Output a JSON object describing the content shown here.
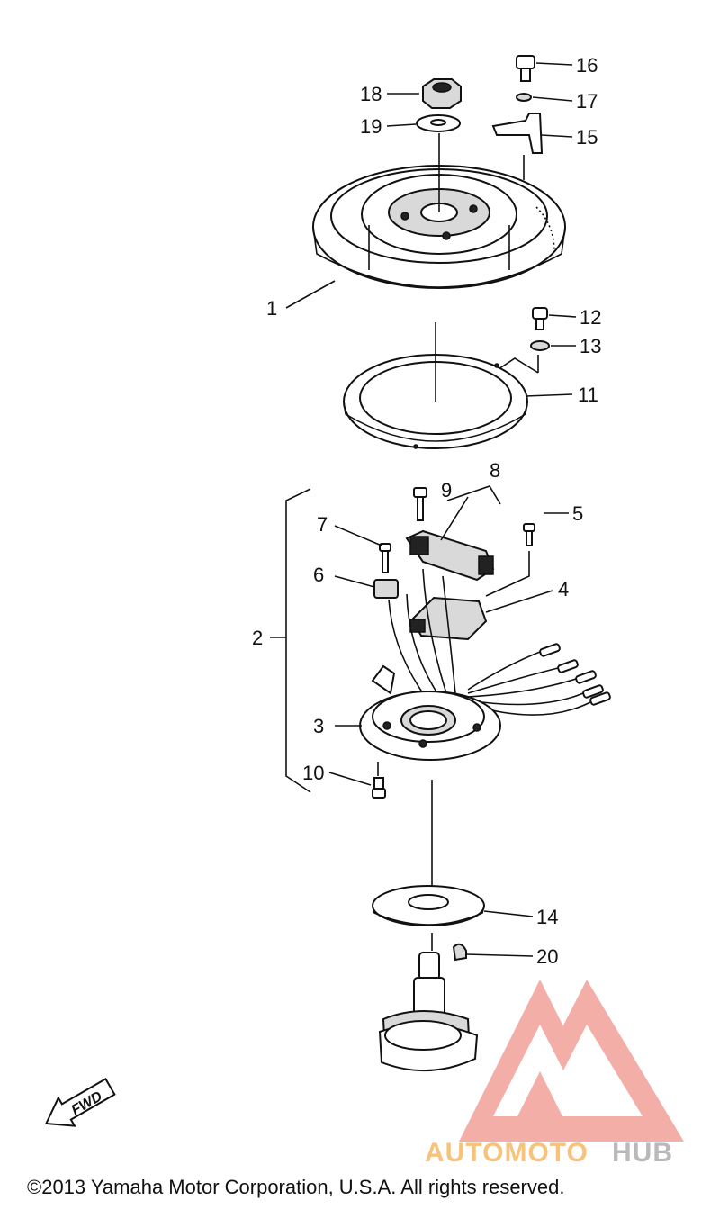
{
  "callouts": [
    {
      "id": "c1",
      "text": "1"
    },
    {
      "id": "c2",
      "text": "2"
    },
    {
      "id": "c3",
      "text": "3"
    },
    {
      "id": "c4",
      "text": "4"
    },
    {
      "id": "c5",
      "text": "5"
    },
    {
      "id": "c6",
      "text": "6"
    },
    {
      "id": "c7",
      "text": "7"
    },
    {
      "id": "c8",
      "text": "8"
    },
    {
      "id": "c9",
      "text": "9"
    },
    {
      "id": "c10",
      "text": "10"
    },
    {
      "id": "c11",
      "text": "11"
    },
    {
      "id": "c12",
      "text": "12"
    },
    {
      "id": "c13",
      "text": "13"
    },
    {
      "id": "c14",
      "text": "14"
    },
    {
      "id": "c15",
      "text": "15"
    },
    {
      "id": "c16",
      "text": "16"
    },
    {
      "id": "c17",
      "text": "17"
    },
    {
      "id": "c18",
      "text": "18"
    },
    {
      "id": "c19",
      "text": "19"
    },
    {
      "id": "c20",
      "text": "20"
    }
  ],
  "fwd_label": "FWD",
  "watermark": {
    "part1": "AUTOMOTO",
    "part2": "HUB",
    "color_logo": "#f3a09a",
    "color_part1": "#f7c27a",
    "color_part2": "#b9b9b9"
  },
  "copyright": "©2013 Yamaha Motor Corporation, U.S.A. All rights reserved."
}
